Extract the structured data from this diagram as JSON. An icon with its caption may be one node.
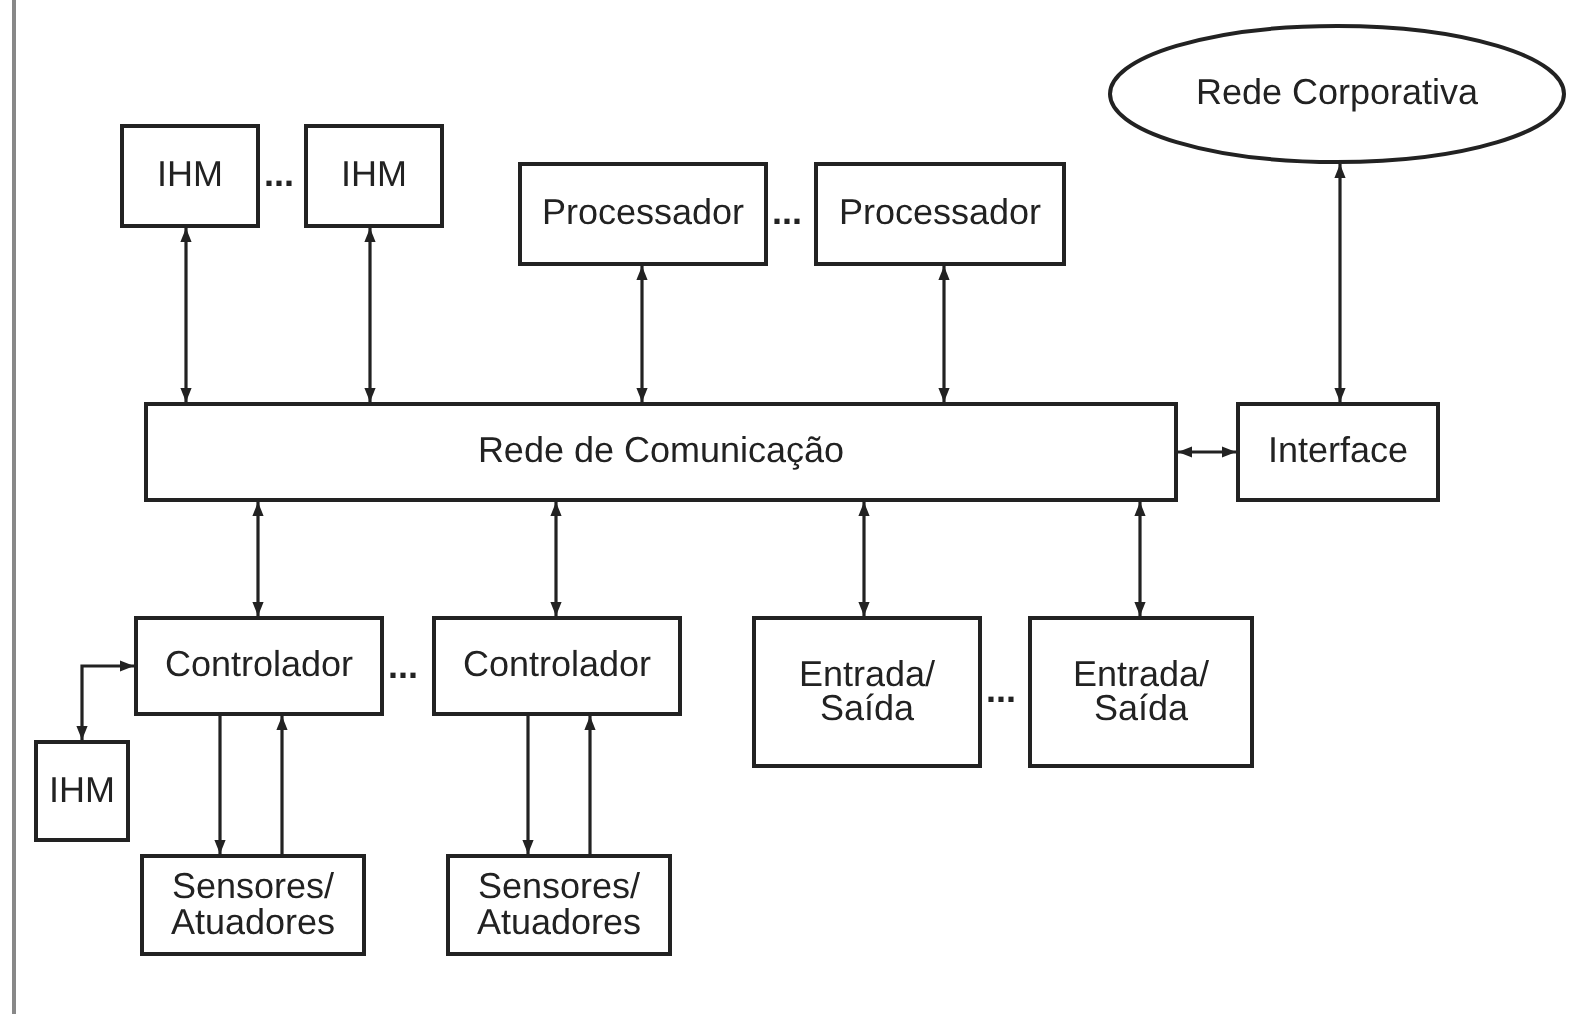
{
  "diagram": {
    "nodes": [
      {
        "text": [
          "IHM"
        ]
      },
      {
        "text": [
          "IHM"
        ]
      },
      {
        "text": [
          "Processador"
        ]
      },
      {
        "text": [
          "Processador"
        ]
      },
      {
        "text": [
          "Rede Corporativa"
        ]
      },
      {
        "text": [
          "Rede de Comunicação"
        ]
      },
      {
        "text": [
          "Interface"
        ]
      },
      {
        "text": [
          "Controlador"
        ]
      },
      {
        "text": [
          "Controlador"
        ]
      },
      {
        "text": [
          "Entrada/ Saída"
        ]
      },
      {
        "text": [
          "Entrada/ Saída"
        ]
      },
      {
        "text": [
          "IHM"
        ]
      },
      {
        "text": [
          "Sensores/ Atuadores"
        ]
      },
      {
        "text": [
          "Sensores/ Atuadores"
        ]
      }
    ],
    "edges": [
      {
        "from": 0,
        "to": 5,
        "arrow": "both"
      },
      {
        "from": 1,
        "to": 5,
        "arrow": "both"
      },
      {
        "from": 2,
        "to": 5,
        "arrow": "both"
      },
      {
        "from": 3,
        "to": 5,
        "arrow": "both"
      },
      {
        "from": 4,
        "to": 6,
        "arrow": "both"
      },
      {
        "from": 5,
        "to": 6,
        "arrow": "both"
      },
      {
        "from": 5,
        "to": 7,
        "arrow": "both"
      },
      {
        "from": 5,
        "to": 8,
        "arrow": "both"
      },
      {
        "from": 5,
        "to": 9,
        "arrow": "both"
      },
      {
        "from": 5,
        "to": 10,
        "arrow": "both"
      },
      {
        "from": 7,
        "to": 11,
        "arrow": "both"
      },
      {
        "from": 7,
        "to": 12,
        "arrow": "to"
      },
      {
        "from": 12,
        "to": 7,
        "arrow": "to"
      },
      {
        "from": 8,
        "to": 13,
        "arrow": "to"
      },
      {
        "from": 13,
        "to": 8,
        "arrow": "to"
      }
    ],
    "labels": [
      "...",
      "...",
      "...",
      "..."
    ]
  }
}
